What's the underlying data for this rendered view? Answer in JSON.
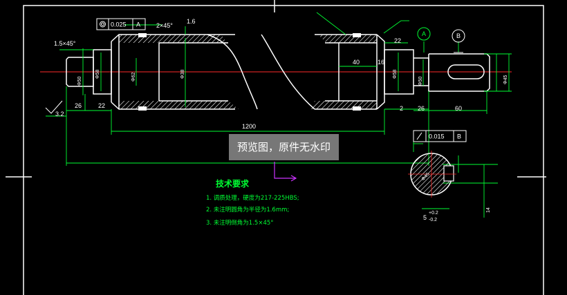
{
  "drawing": {
    "colors": {
      "background": "#000000",
      "outline": "#ffffff",
      "dimension": "#00ff33",
      "centerline": "#ff2a2a",
      "hatch": "#ffffff",
      "marker": "#cc33ff"
    },
    "tolerances": {
      "runout_value": "0.025",
      "runout_datum": "A",
      "symmetry_value": "0.015",
      "symmetry_datum": "B"
    },
    "datums": {
      "a": "A",
      "b": "B"
    },
    "labels": {
      "chamfer_left": "1.5×45°",
      "chamfer_mid": "2×45°",
      "roughness_top": "1.6",
      "roughness_left": "3.2",
      "top_dim_22": "22",
      "overall_length": "1200",
      "len_26_left": "26",
      "len_22_left": "22",
      "len_40": "40",
      "len_16": "16",
      "len_2": "2",
      "len_26_right": "26",
      "len_60": "60",
      "dia_50_left": "Φ50",
      "dia_58_left": "Φ58",
      "dia_62_left": "Φ62",
      "dia_38": "Φ38",
      "dia_58_right": "Φ58",
      "dia_50_right": "Φ50",
      "dia_45": "Φ45",
      "section_dia": "Φ45",
      "keyway_width": "14",
      "keyway_depth": "5",
      "tol_small_1": "+0.2",
      "tol_small_2": "-0.2"
    },
    "tech": {
      "title": "技术要求",
      "items": [
        "1. 调质处理，硬度为217-225HBS;",
        "2. 未注明圆角为半径为1.6mm;",
        "3. 未注明倒角为1.5×45°"
      ]
    },
    "watermark": "预览图，原件无水印"
  }
}
